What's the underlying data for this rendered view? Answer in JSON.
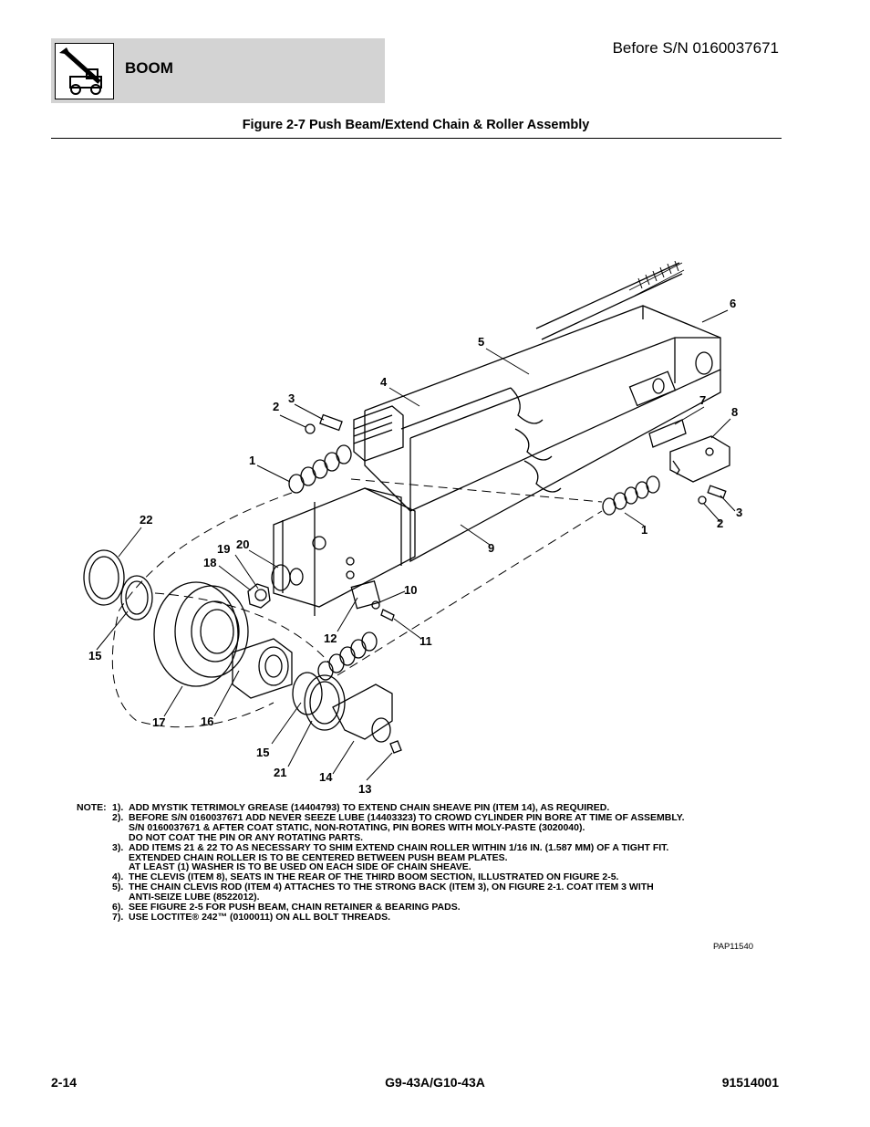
{
  "header": {
    "section": "BOOM",
    "serial_note": "Before S/N 0160037671"
  },
  "figure": {
    "title": "Figure 2-7 Push Beam/Extend Chain & Roller Assembly",
    "drawing_id": "PAP11540",
    "callouts": [
      "6",
      "5",
      "4",
      "3",
      "2",
      "7",
      "8",
      "1",
      "3",
      "2",
      "1",
      "22",
      "19",
      "20",
      "18",
      "9",
      "10",
      "12",
      "11",
      "15",
      "17",
      "16",
      "15",
      "21",
      "14",
      "13"
    ]
  },
  "notes": {
    "lead": "NOTE:",
    "items": [
      {
        "num": "1).",
        "lines": [
          "ADD MYSTIK TETRIMOLY GREASE (14404793) TO EXTEND CHAIN SHEAVE PIN (ITEM 14), AS REQUIRED."
        ]
      },
      {
        "num": "2).",
        "lines": [
          "BEFORE S/N 0160037671 ADD NEVER SEEZE LUBE (14403323) TO CROWD CYLINDER PIN BORE AT TIME OF ASSEMBLY.",
          "S/N 0160037671 & AFTER COAT STATIC, NON-ROTATING, PIN BORES WITH MOLY-PASTE (3020040).",
          "DO NOT COAT THE PIN OR ANY ROTATING PARTS."
        ]
      },
      {
        "num": "3).",
        "lines": [
          "ADD ITEMS 21 & 22 TO AS NECESSARY TO SHIM EXTEND CHAIN ROLLER WITHIN 1/16 IN. (1.587 MM) OF A TIGHT FIT.",
          "EXTENDED CHAIN ROLLER IS TO BE CENTERED BETWEEN PUSH BEAM PLATES.",
          "AT LEAST (1) WASHER IS TO BE USED ON EACH SIDE OF CHAIN SHEAVE."
        ]
      },
      {
        "num": "4).",
        "lines": [
          "THE CLEVIS (ITEM 8), SEATS IN THE REAR OF THE THIRD BOOM SECTION, ILLUSTRATED ON FIGURE 2-5."
        ]
      },
      {
        "num": "5).",
        "lines": [
          "THE CHAIN CLEVIS ROD (ITEM 4) ATTACHES TO THE STRONG BACK (ITEM 3), ON FIGURE 2-1. COAT ITEM  3 WITH",
          "ANTI-SEIZE LUBE (8522012)."
        ]
      },
      {
        "num": "6).",
        "lines": [
          "SEE FIGURE 2-5 FOR PUSH BEAM, CHAIN RETAINER & BEARING PADS."
        ]
      },
      {
        "num": "7).",
        "lines": [
          "USE LOCTITE® 242™ (0100011) ON ALL BOLT THREADS."
        ]
      }
    ]
  },
  "footer": {
    "page": "2-14",
    "model": "G9-43A/G10-43A",
    "doc_number": "91514001"
  }
}
